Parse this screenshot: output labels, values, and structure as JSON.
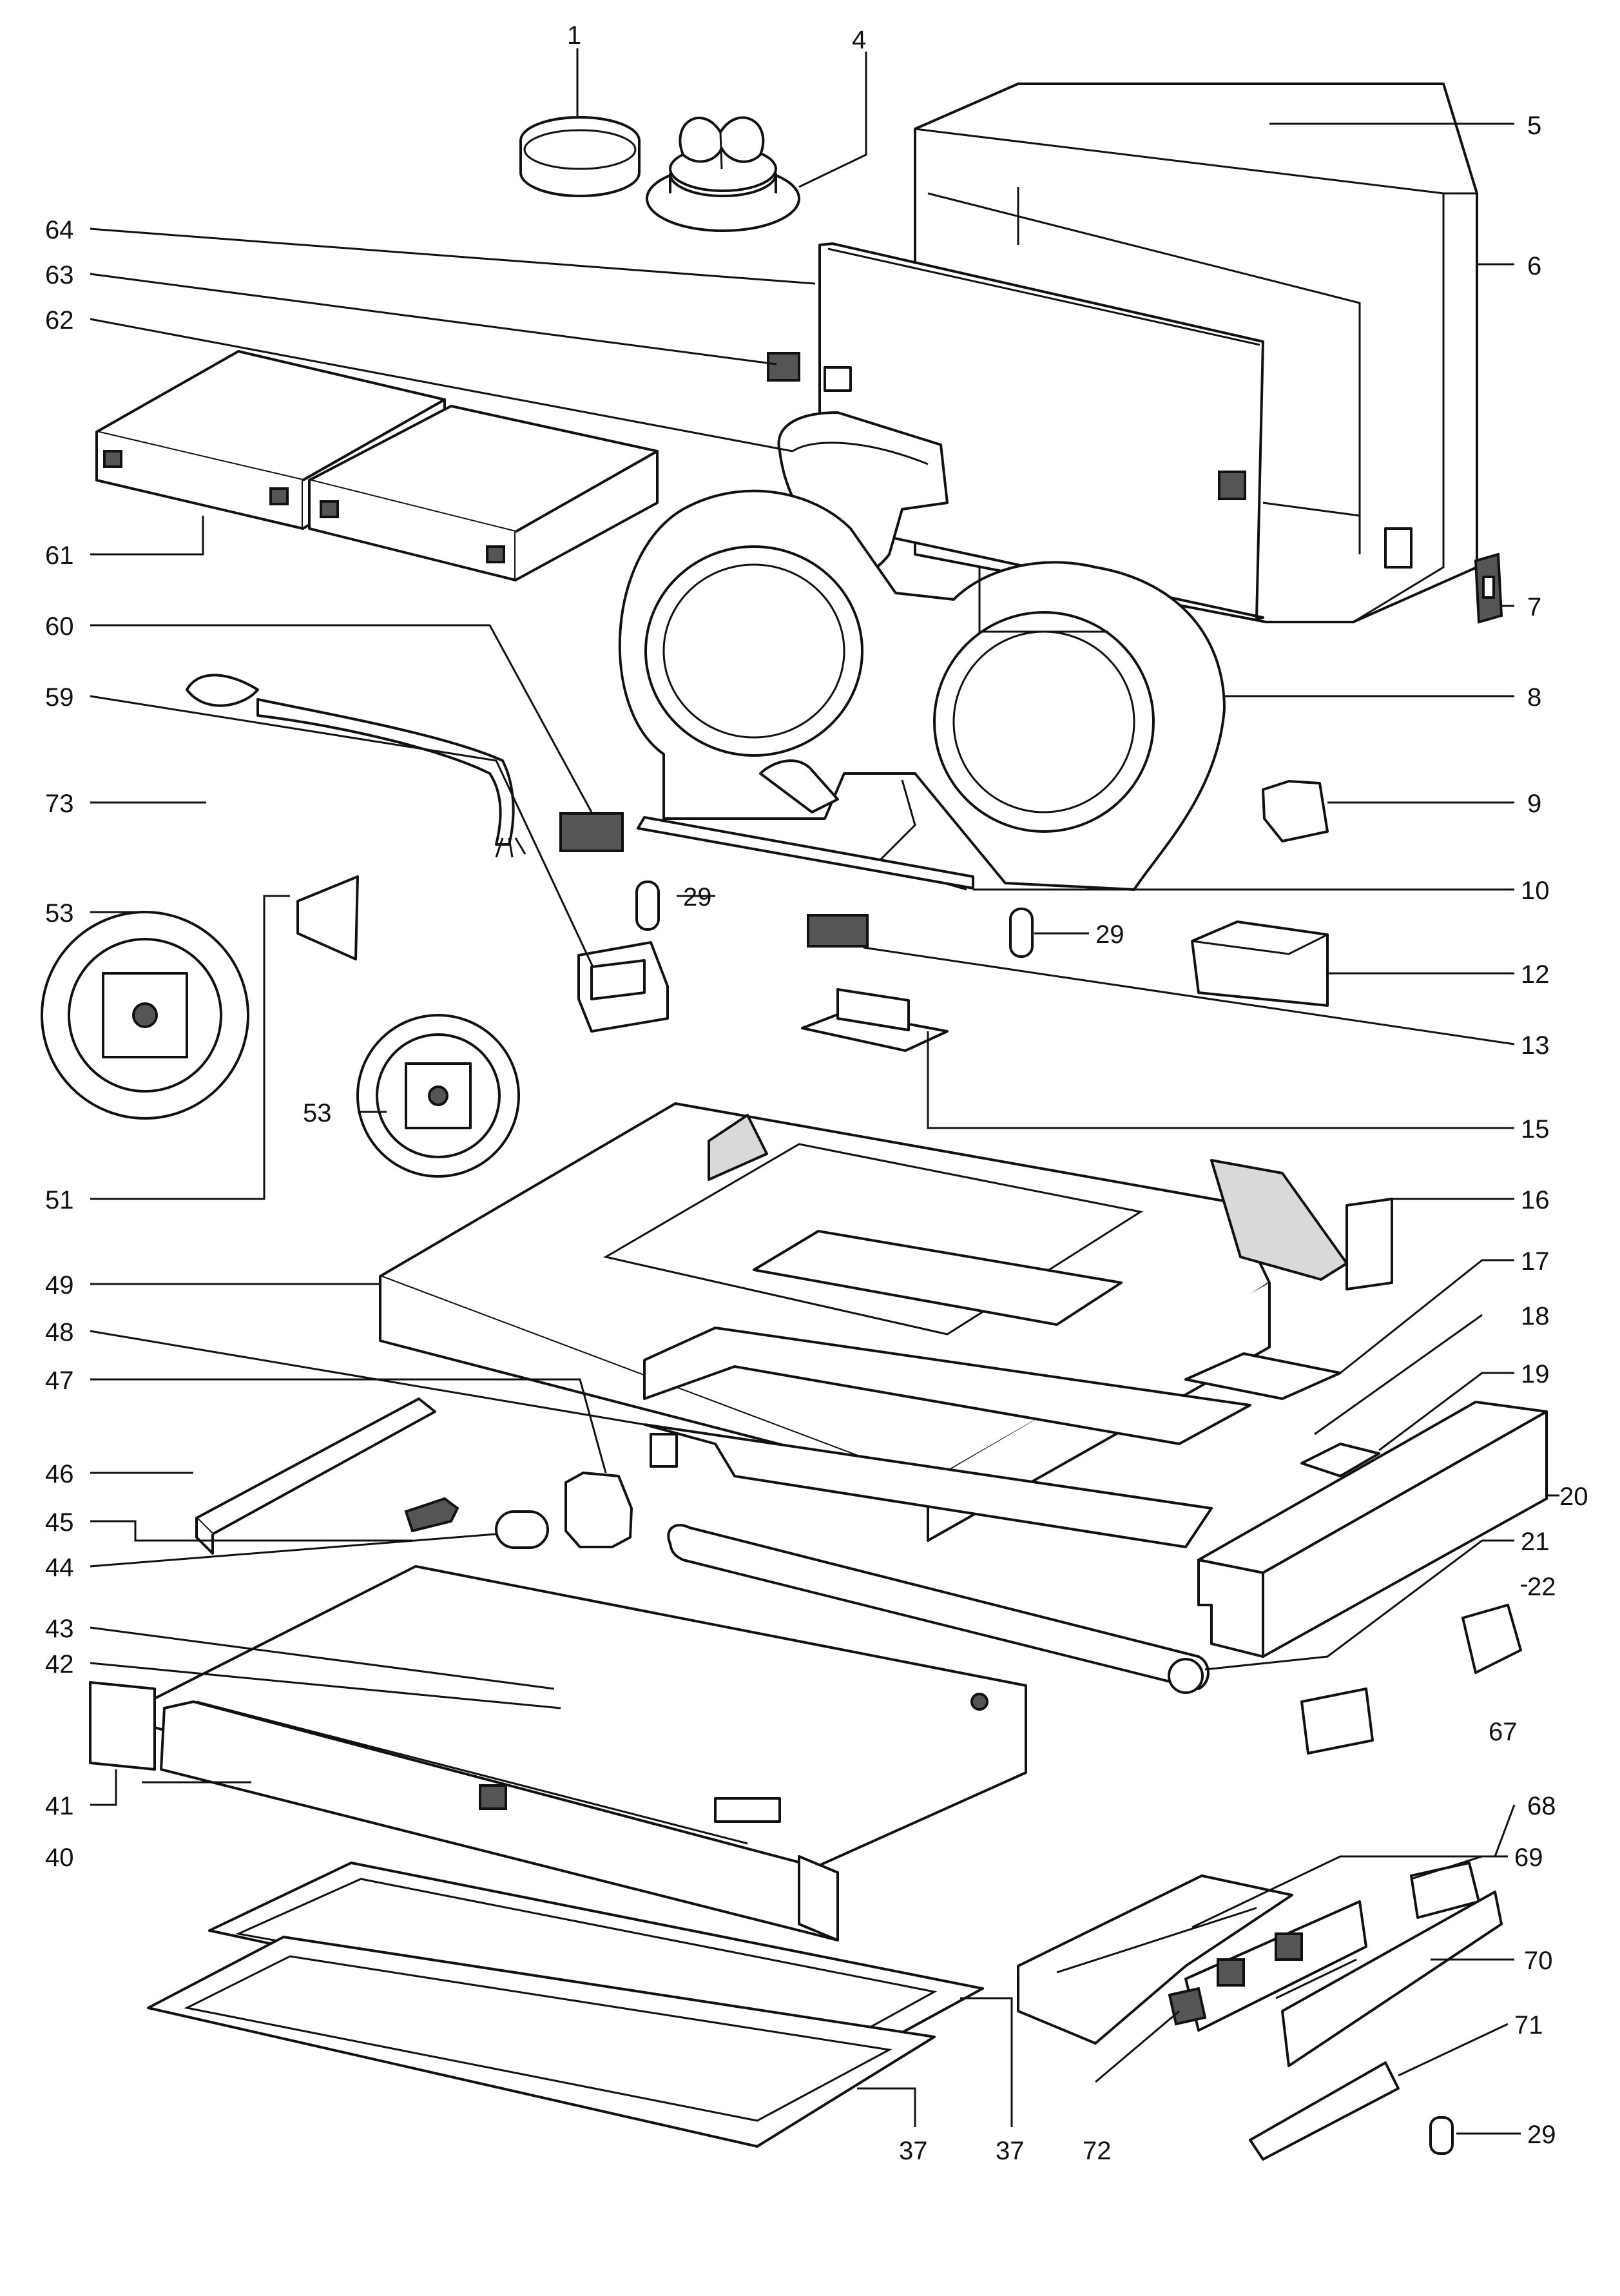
{
  "part_labels": {
    "p1": "1",
    "p4": "4",
    "p5": "5",
    "p6": "6",
    "p7": "7",
    "p8": "8",
    "p9": "9",
    "p10": "10",
    "p12": "12",
    "p13": "13",
    "p15": "15",
    "p16": "16",
    "p17": "17",
    "p18": "18",
    "p19": "19",
    "p20": "20",
    "p21": "21",
    "p22": "22",
    "p29a": "29",
    "p29b": "29",
    "p29c": "29",
    "p37a": "37",
    "p37b": "37",
    "p40": "40",
    "p41": "41",
    "p42": "42",
    "p43": "43",
    "p44": "44",
    "p45": "45",
    "p46": "46",
    "p47": "47",
    "p48": "48",
    "p49": "49",
    "p51": "51",
    "p53a": "53",
    "p53b": "53",
    "p59": "59",
    "p60": "60",
    "p61": "61",
    "p62": "62",
    "p63": "63",
    "p64": "64",
    "p67": "67",
    "p68": "68",
    "p69": "69",
    "p70": "70",
    "p71": "71",
    "p72": "72",
    "p73": "73"
  }
}
